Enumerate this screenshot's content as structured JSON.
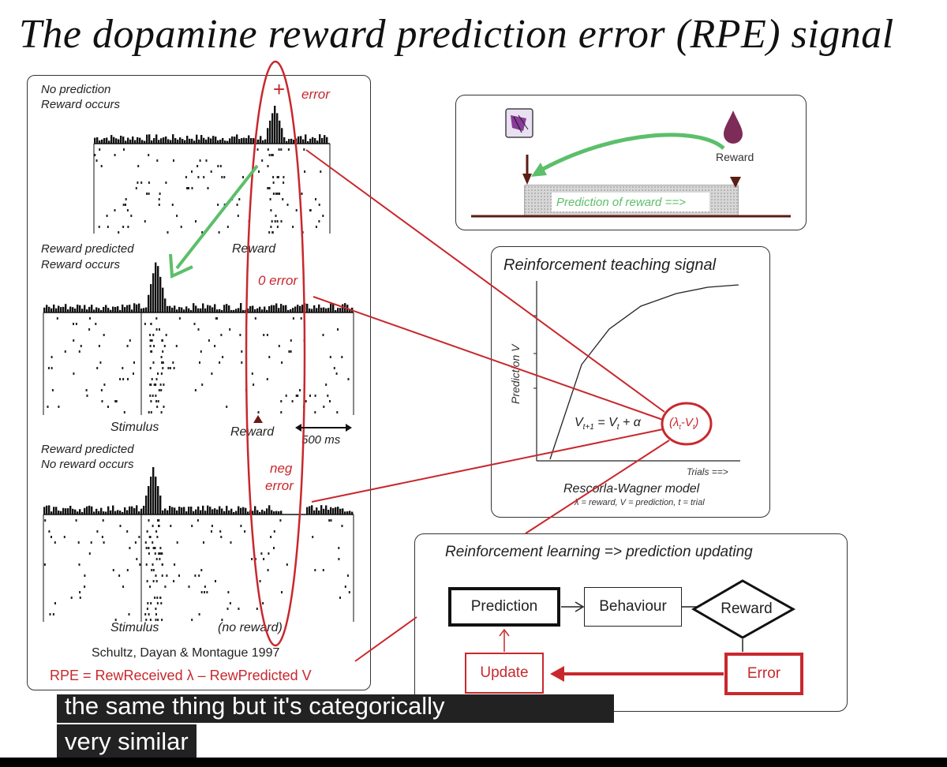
{
  "title": "The dopamine reward prediction error (RPE) signal",
  "left_panel": {
    "raster1": {
      "line1": "No prediction",
      "line2": "Reward occurs",
      "event": "Reward"
    },
    "raster2": {
      "line1": "Reward predicted",
      "line2": "Reward occurs",
      "stim": "Stimulus",
      "event": "Reward",
      "scale": "500 ms"
    },
    "raster3": {
      "line1": "Reward predicted",
      "line2": "No reward occurs",
      "stim": "Stimulus",
      "event": "(no reward)"
    },
    "citation": "Schultz, Dayan & Montague 1997",
    "rpe_formula": "RPE = RewReceived λ – RewPredicted V"
  },
  "annotations": {
    "plus": "+",
    "plus_error": "error",
    "zero_error": "0 error",
    "neg": "neg",
    "neg_error": "error"
  },
  "top_right": {
    "reward_label": "Reward",
    "prediction_label": "Prediction of reward ==>"
  },
  "middle_right": {
    "title": "Reinforcement teaching signal",
    "ylabel": "Prediction V",
    "xlabel": "Trials ==>",
    "model": "Rescorla-Wagner model",
    "legend": "λ = reward, V = prediction, t = trial"
  },
  "bottom_right": {
    "title": "Reinforcement learning => prediction updating",
    "prediction": "Prediction",
    "behaviour": "Behaviour",
    "reward": "Reward",
    "update": "Update",
    "error": "Error"
  },
  "caption": {
    "line1": "the same thing but it's categorically",
    "line2": "very similar"
  },
  "colors": {
    "red": "#c8282d",
    "green": "#5cbf6a",
    "dark_brown": "#5a1e14"
  }
}
